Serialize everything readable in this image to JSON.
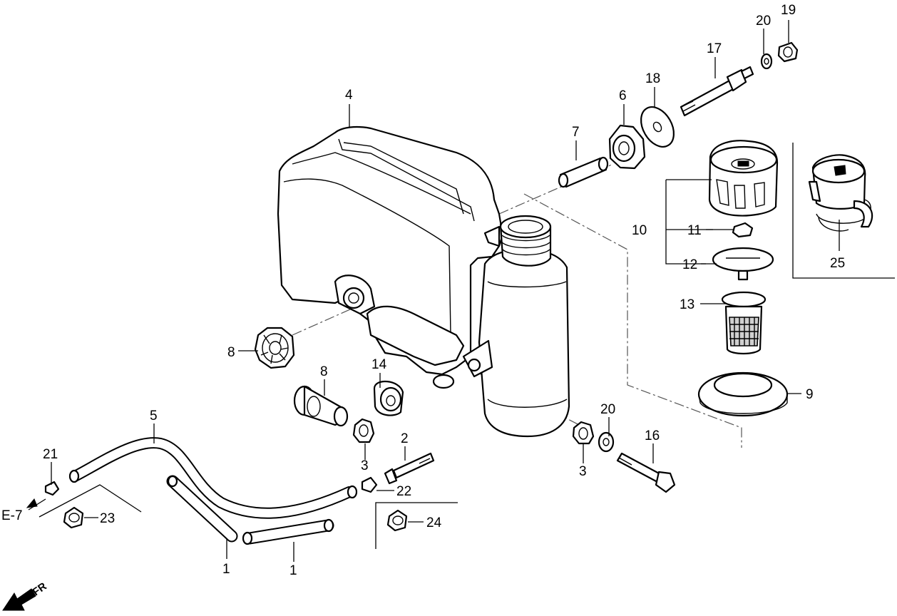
{
  "callouts": {
    "c1a": "1",
    "c1b": "1",
    "c2": "2",
    "c3a": "3",
    "c3b": "3",
    "c4": "4",
    "c5": "5",
    "c6": "6",
    "c7": "7",
    "c8a": "8",
    "c8b": "8",
    "c9": "9",
    "c10": "10",
    "c11": "11",
    "c12": "12",
    "c13": "13",
    "c14": "14",
    "c16": "16",
    "c17": "17",
    "c18": "18",
    "c19": "19",
    "c20a": "20",
    "c20b": "20",
    "c21": "21",
    "c22": "22",
    "c23": "23",
    "c24": "24",
    "c25": "25"
  },
  "references": {
    "e7": "E-7",
    "front": "FR"
  }
}
